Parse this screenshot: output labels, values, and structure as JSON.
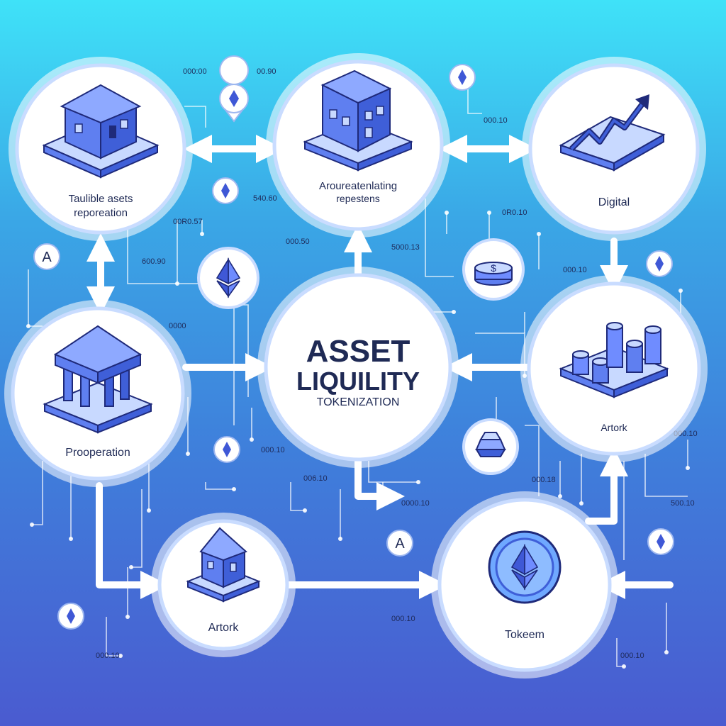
{
  "center": {
    "title_line1": "ASSET",
    "title_line2": "LIQUILITY",
    "subtitle": "TOKENIZATION"
  },
  "nodes": {
    "tangible": {
      "line1": "Taulible asets",
      "line2": "reporeation",
      "icon": "house-icon"
    },
    "representing": {
      "line1": "Aroureatenlating",
      "line2": "repestens",
      "icon": "building-icon"
    },
    "digital": {
      "line1": "Digital",
      "icon": "trend-chart-icon"
    },
    "property": {
      "line1": "Prooperation",
      "icon": "bank-icon"
    },
    "artwork_right": {
      "line1": "Artork",
      "icon": "coin-stack-icon"
    },
    "artwork_bottom": {
      "line1": "Artork",
      "icon": "small-house-icon"
    },
    "token": {
      "line1": "Tokeem",
      "icon": "ethereum-token-icon"
    }
  },
  "mini_nodes": [
    "ethereum-icon",
    "coin-stack-icon",
    "gem-icon"
  ],
  "pins": [
    {
      "letter": "A"
    },
    {
      "letter": "A"
    }
  ],
  "numbers": [
    "000:00",
    "00.90",
    "000.10",
    "540.60",
    "00R0.57",
    "600.90",
    "000.50",
    "5000.13",
    "0R0.10",
    "000.10",
    "0000",
    "000.10",
    "000.10",
    "000.18",
    "006.10",
    "0000.10",
    "500.10",
    "000.10",
    "000.10",
    "000.10"
  ],
  "colors": {
    "background_top": "#3fe2f8",
    "background_bottom": "#4a5bd0",
    "node_fill": "#ffffff",
    "icon_primary": "#3f5fd8",
    "icon_outline": "#1f2a7a",
    "label_text": "#1f2a55"
  }
}
